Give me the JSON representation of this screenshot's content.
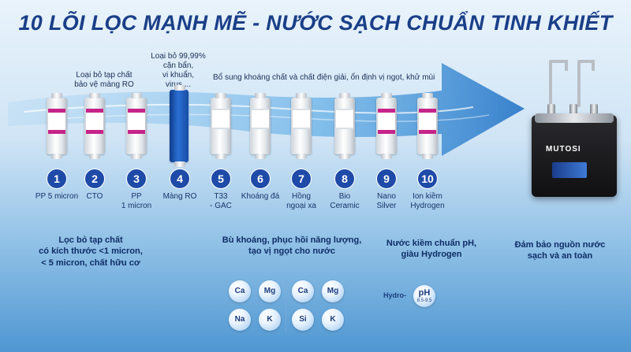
{
  "title": "10 LÕI LỌC MẠNH MẼ - NƯỚC SẠCH CHUẨN TINH KHIẾT",
  "notes": {
    "n1": "Loại bỏ tạp chất\nbảo vệ màng RO",
    "n2": "Loại bỏ 99,99%\ncặn bẩn,\nvi khuẩn,\nvirus,...",
    "n3": "Bổ sung khoáng chất và chất điện giải, ổn định vị ngọt, khử mùi"
  },
  "filters": [
    {
      "number": "1",
      "name": "PP 5 micron",
      "type": "pink"
    },
    {
      "number": "2",
      "name": "CTO",
      "type": "pink"
    },
    {
      "number": "3",
      "name": "PP\n1 micron",
      "type": "pink"
    },
    {
      "number": "4",
      "name": "Màng RO",
      "type": "ro"
    },
    {
      "number": "5",
      "name": "T33\n- GAC",
      "type": "white"
    },
    {
      "number": "6",
      "name": "Khoáng đá",
      "type": "white"
    },
    {
      "number": "7",
      "name": "Hồng\nngoại xa",
      "type": "white"
    },
    {
      "number": "8",
      "name": "Bio\nCeramic",
      "type": "white"
    },
    {
      "number": "9",
      "name": "Nano\nSilver",
      "type": "pink"
    },
    {
      "number": "10",
      "name": "Ion kiềm\nHydrogen",
      "type": "pink"
    }
  ],
  "groups": {
    "g1": "Lọc bỏ tạp chất\ncó kích thước <1 micron,\n< 5 micron, chất hữu cơ",
    "g2": "Bù khoáng, phục hồi năng lượng,\ntạo vị ngọt cho nước",
    "g3": "Nước kiềm chuẩn pH,\ngiàu Hydrogen",
    "g4": "Đảm bảo nguồn nước\nsạch và an toàn"
  },
  "minerals_a": [
    "Ca",
    "Mg",
    "Na",
    "K"
  ],
  "minerals_b": [
    "Ca",
    "Mg",
    "Si",
    "K"
  ],
  "hydro": {
    "label": "Hydro-",
    "ph": "pH",
    "range": "8.5-9.5"
  },
  "device": {
    "brand": "MUTOSI"
  },
  "colors": {
    "title": "#1a3f88",
    "number_badge": "#1e4aa8",
    "pink_band": "#c6248a",
    "ro_membrane": "#1d58b8"
  }
}
